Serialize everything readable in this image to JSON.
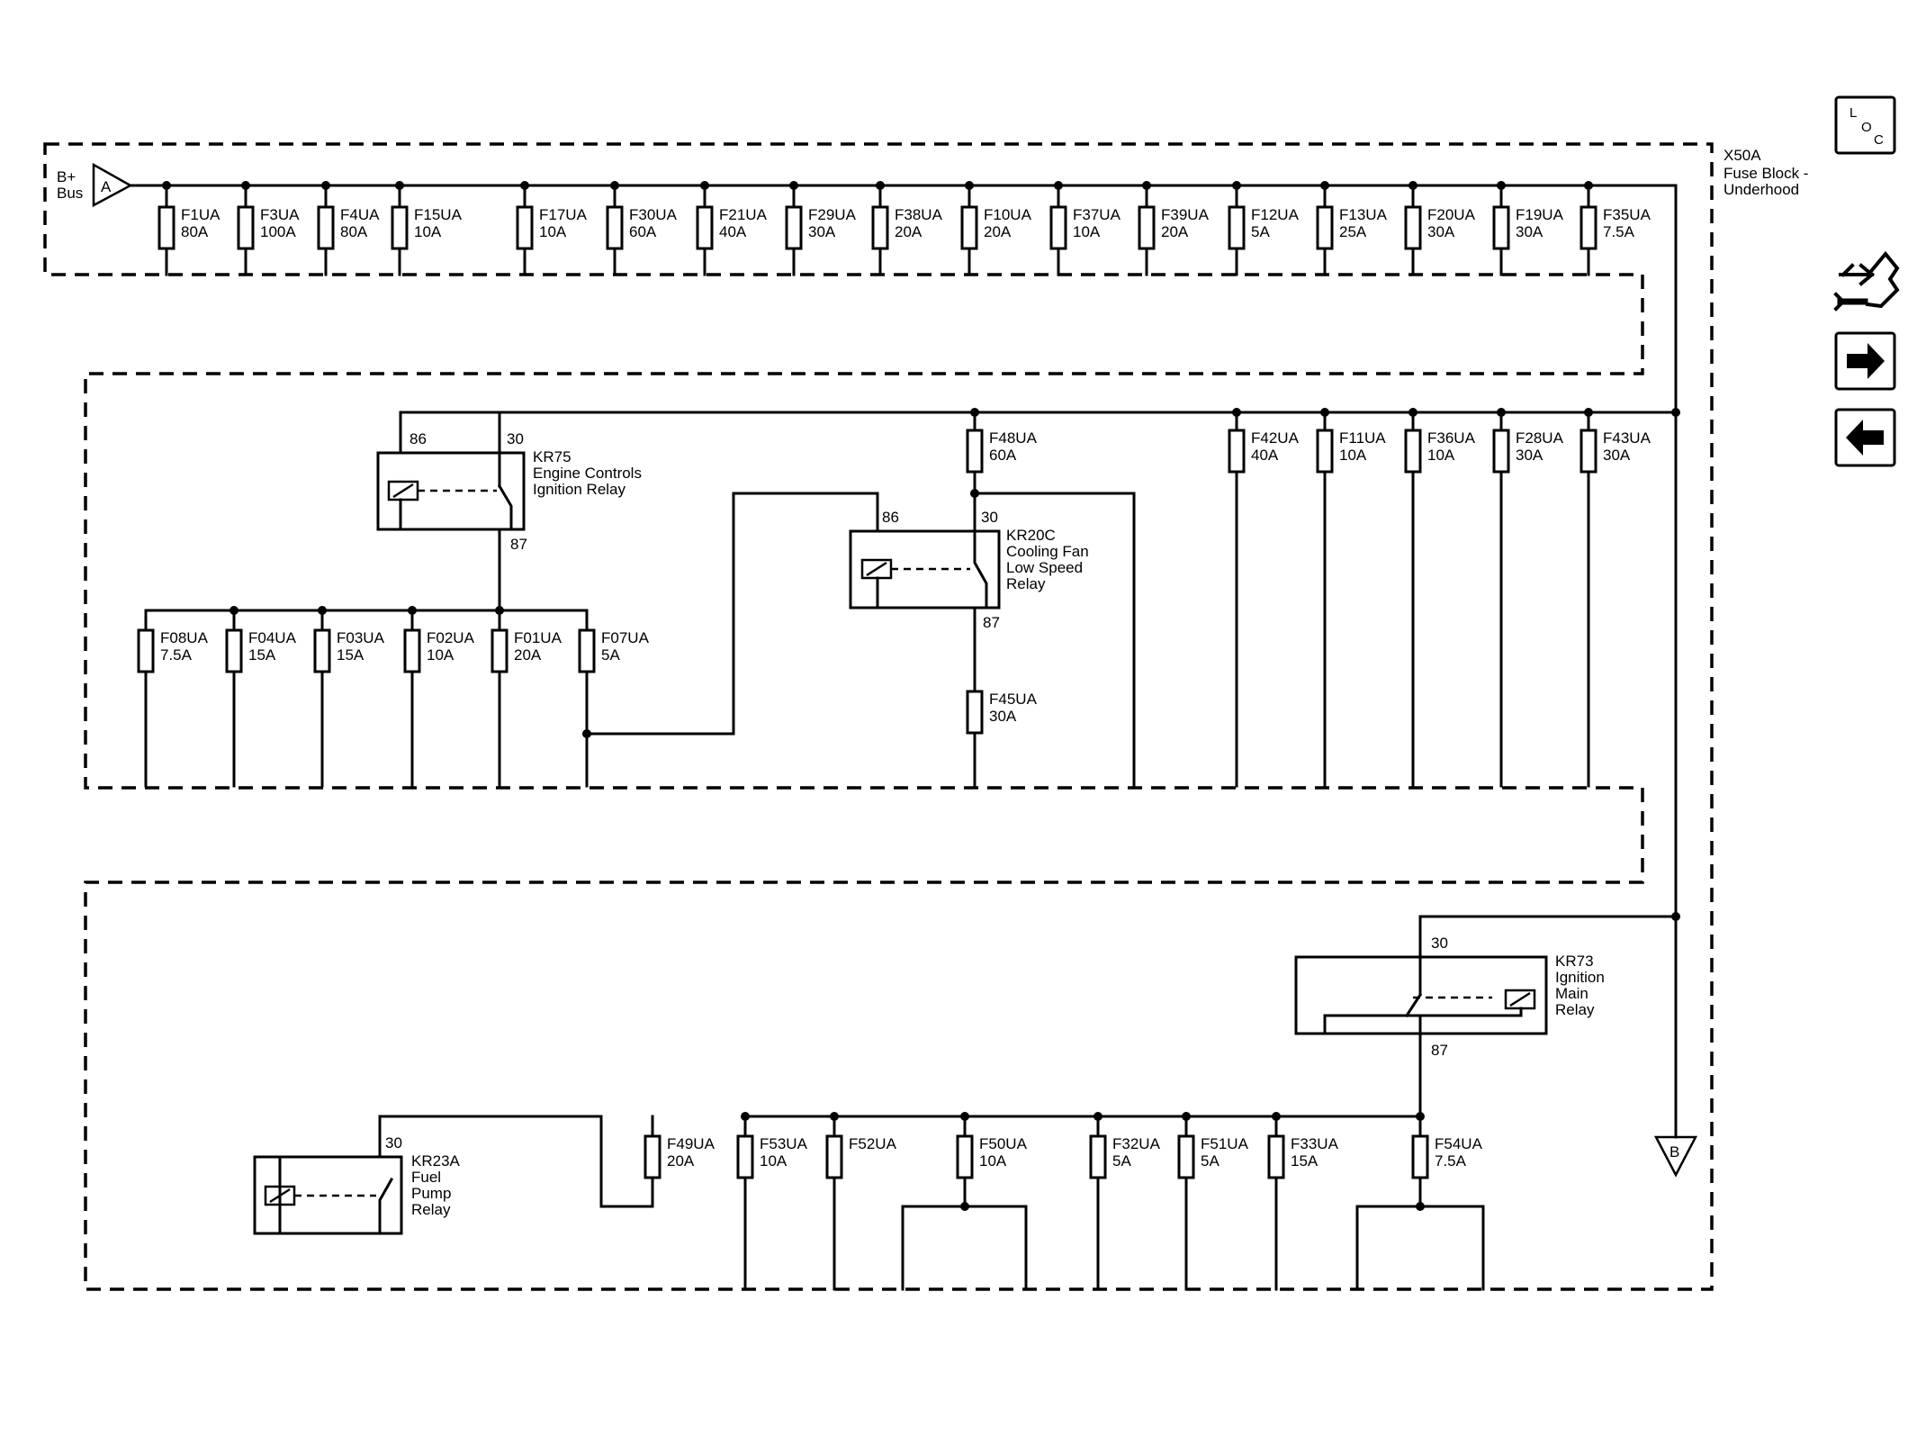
{
  "block": {
    "id": "X50A",
    "title_line1": "Fuse Block -",
    "title_line2": "Underhood"
  },
  "bus": {
    "label_line1": "B+",
    "label_line2": "Bus",
    "connector_in": "A",
    "connector_out": "B"
  },
  "top_row_fuses": [
    {
      "name": "F1UA",
      "rating": "80A"
    },
    {
      "name": "F3UA",
      "rating": "100A"
    },
    {
      "name": "F4UA",
      "rating": "80A"
    },
    {
      "name": "F15UA",
      "rating": "10A"
    },
    {
      "name": "F17UA",
      "rating": "10A"
    },
    {
      "name": "F30UA",
      "rating": "60A"
    },
    {
      "name": "F21UA",
      "rating": "40A"
    },
    {
      "name": "F29UA",
      "rating": "30A"
    },
    {
      "name": "F38UA",
      "rating": "20A"
    },
    {
      "name": "F10UA",
      "rating": "20A"
    },
    {
      "name": "F37UA",
      "rating": "10A"
    },
    {
      "name": "F39UA",
      "rating": "20A"
    },
    {
      "name": "F12UA",
      "rating": "5A"
    },
    {
      "name": "F13UA",
      "rating": "25A"
    },
    {
      "name": "F20UA",
      "rating": "30A"
    },
    {
      "name": "F19UA",
      "rating": "30A"
    },
    {
      "name": "F35UA",
      "rating": "7.5A"
    }
  ],
  "middle_row_fuses": [
    {
      "name": "F08UA",
      "rating": "7.5A"
    },
    {
      "name": "F04UA",
      "rating": "15A"
    },
    {
      "name": "F03UA",
      "rating": "15A"
    },
    {
      "name": "F02UA",
      "rating": "10A"
    },
    {
      "name": "F01UA",
      "rating": "20A"
    },
    {
      "name": "F07UA",
      "rating": "5A"
    }
  ],
  "middle_feed_fuses": [
    {
      "name": "F48UA",
      "rating": "60A"
    },
    {
      "name": "F45UA",
      "rating": "30A"
    },
    {
      "name": "F42UA",
      "rating": "40A"
    },
    {
      "name": "F11UA",
      "rating": "10A"
    },
    {
      "name": "F36UA",
      "rating": "10A"
    },
    {
      "name": "F28UA",
      "rating": "30A"
    },
    {
      "name": "F43UA",
      "rating": "30A"
    }
  ],
  "bottom_row_fuses": [
    {
      "name": "F49UA",
      "rating": "20A"
    },
    {
      "name": "F53UA",
      "rating": "10A"
    },
    {
      "name": "F52UA",
      "rating": ""
    },
    {
      "name": "F50UA",
      "rating": "10A"
    },
    {
      "name": "F32UA",
      "rating": "5A"
    },
    {
      "name": "F51UA",
      "rating": "5A"
    },
    {
      "name": "F33UA",
      "rating": "15A"
    },
    {
      "name": "F54UA",
      "rating": "7.5A"
    }
  ],
  "relays": {
    "kr75": {
      "id": "KR75",
      "line1": "Engine Controls",
      "line2": "Ignition Relay",
      "pin_coil": "86",
      "pin_com": "30",
      "pin_no": "87"
    },
    "kr20c": {
      "id": "KR20C",
      "line1": "Cooling Fan",
      "line2": "Low Speed",
      "line3": "Relay",
      "pin_coil": "86",
      "pin_com": "30",
      "pin_no": "87"
    },
    "kr73": {
      "id": "KR73",
      "line1": "Ignition",
      "line2": "Main",
      "line3": "Relay",
      "pin_com": "30",
      "pin_no": "87"
    },
    "kr23a": {
      "id": "KR23A",
      "line1": "Fuel",
      "line2": "Pump",
      "line3": "Relay",
      "pin_com": "30"
    }
  },
  "nav": {
    "loc_l": "L",
    "loc_o": "O",
    "loc_c": "C",
    "icons": [
      "connector-tool-icon",
      "arrow-right-icon",
      "arrow-left-icon"
    ]
  }
}
